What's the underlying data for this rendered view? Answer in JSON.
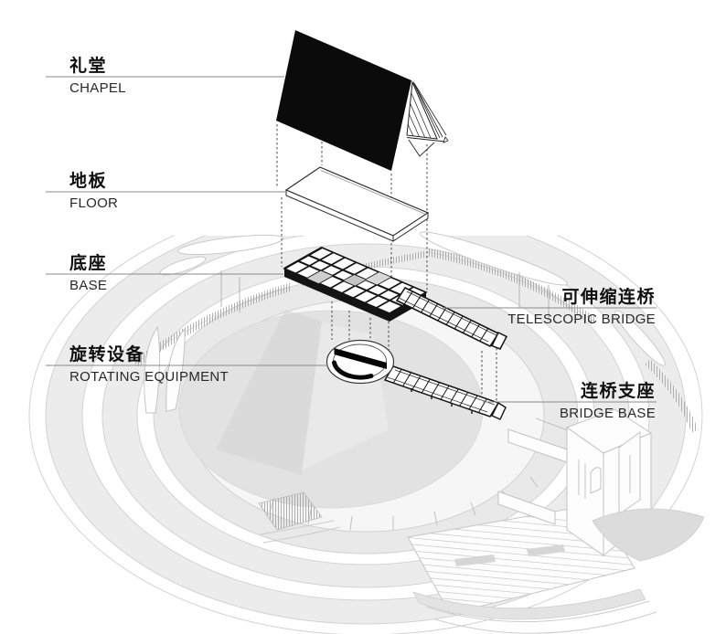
{
  "labels": {
    "chapel": {
      "zh": "礼堂",
      "en": "CHAPEL"
    },
    "floor": {
      "zh": "地板",
      "en": "FLOOR"
    },
    "base": {
      "zh": "底座",
      "en": "BASE"
    },
    "rotating_equipment": {
      "zh": "旋转设备",
      "en": "ROTATING EQUIPMENT"
    },
    "telescopic_bridge": {
      "zh": "可伸缩连桥",
      "en": "TELESCOPIC BRIDGE"
    },
    "bridge_base": {
      "zh": "连桥支座",
      "en": "BRIDGE BASE"
    }
  },
  "colors": {
    "ink": "#111111",
    "roof_fill": "#0b0b0b",
    "pointer_line": "#8a8a8a",
    "ground_disc": "#e2e2e2",
    "ring_fill": "#ececec",
    "light_line": "#cdcdcd",
    "background": "#ffffff"
  }
}
